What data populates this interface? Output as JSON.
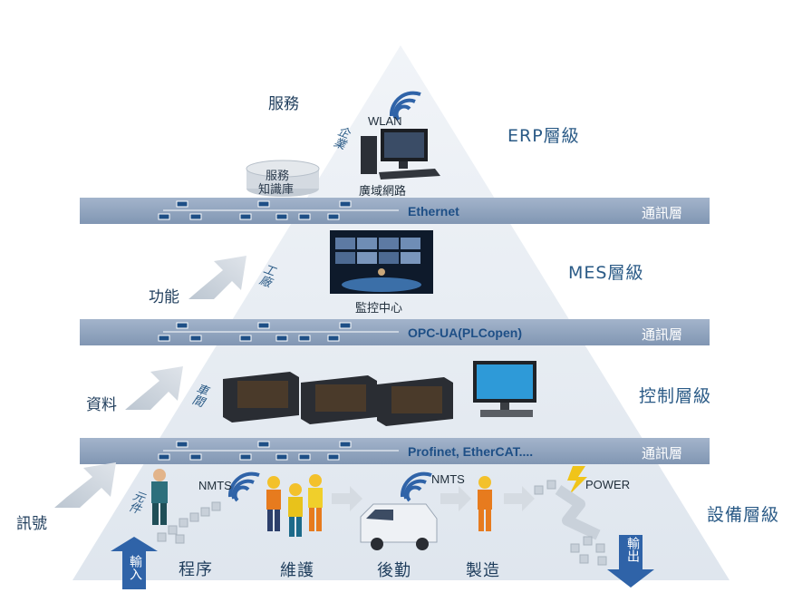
{
  "levels": {
    "erp": "ERP層級",
    "mes": "MES層級",
    "control": "控制層級",
    "device": "設備層級"
  },
  "comm_layer": "通訊層",
  "buses": {
    "ethernet": "Ethernet",
    "opcua": "OPC-UA(PLCopen)",
    "fieldbus": "Profinet, EtherCAT...."
  },
  "top": {
    "service": "服務",
    "enterprise": "企業",
    "wlan": "WLAN",
    "knowledge_line1": "服務",
    "knowledge_line2": "知識庫",
    "wan": "廣域網路"
  },
  "mes": {
    "factory": "工廠",
    "monitor_center": "監控中心"
  },
  "control": {
    "workshop": "車間"
  },
  "device": {
    "component": "元件",
    "nmts_left": "NMTS",
    "nmts_right": "NMTS",
    "power": "POWER"
  },
  "activities": [
    "程序",
    "維護",
    "後勤",
    "製造"
  ],
  "side": {
    "function": "功能",
    "data": "資料",
    "signal": "訊號"
  },
  "io": {
    "input": "輸入",
    "output": "輸出"
  },
  "colors": {
    "pyramid": "#e6ecf3",
    "band": "#8ea2bd",
    "accent": "#1e4f86",
    "arrow_blue": "#2f63a8",
    "arrow_grey": "#c9d1da"
  }
}
